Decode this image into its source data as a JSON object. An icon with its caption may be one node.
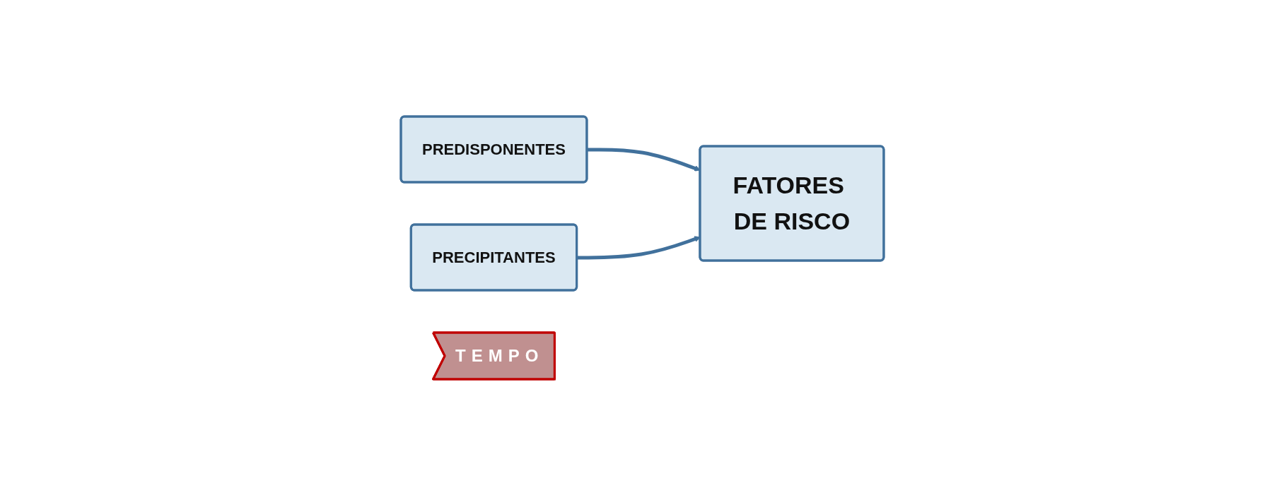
{
  "diagram": {
    "nodes": [
      {
        "text": [
          "PREDISPONENTES"
        ]
      },
      {
        "text": [
          "PRECIPITANTES"
        ]
      },
      {
        "text": [
          "FATORES DE RISCO"
        ]
      },
      {
        "text": [
          "TEMPO"
        ]
      }
    ],
    "edges": [
      {
        "from": 0,
        "to": 2,
        "arrow": "to"
      },
      {
        "from": 1,
        "to": 2,
        "arrow": "to"
      }
    ]
  }
}
